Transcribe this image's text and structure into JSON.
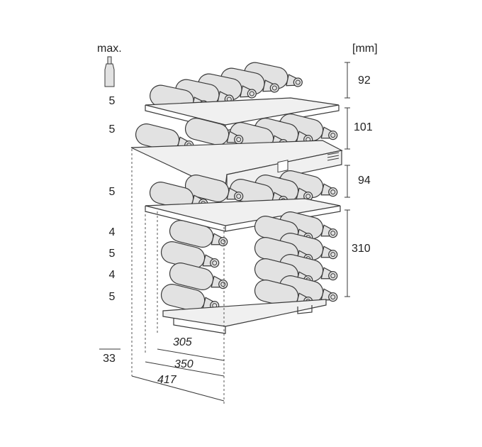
{
  "header": {
    "max_label": "max.",
    "unit_label": "[mm]"
  },
  "bottle_counts": [
    "5",
    "5",
    "5",
    "4",
    "5",
    "4",
    "5"
  ],
  "total": "33",
  "heights": [
    "92",
    "101",
    "94",
    "310"
  ],
  "depths": [
    "305",
    "350",
    "417"
  ],
  "colors": {
    "line": "#3a3a3a",
    "bottle_fill": "#e2e2e2",
    "shelf_fill": "#f0f0f0",
    "dash": "#555555"
  },
  "icons": {
    "bottle": "bottle-icon"
  }
}
